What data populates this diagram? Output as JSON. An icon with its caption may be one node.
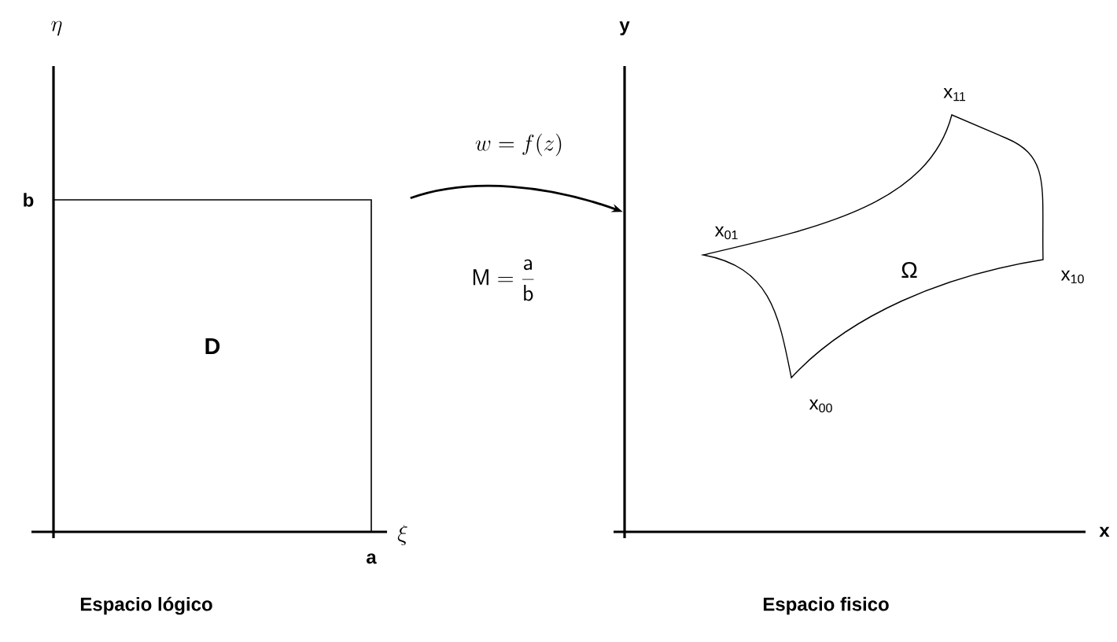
{
  "diagram": {
    "nodes": [
      {
        "text": [
          "D"
        ]
      },
      {
        "text": [
          "Ω"
        ]
      }
    ],
    "edges": [
      {
        "from": 0,
        "to": 1,
        "arrow": "to",
        "label": "w = f(z)"
      }
    ],
    "labels": [
      "\\eta",
      "y",
      "b",
      "x$_{11}$",
      "x$_{01}$",
      "x$_{10}$",
      "\\mathsf{M}=\\frac{\\mathsf{a}}{\\mathsf{b}}",
      "x$_{00}$",
      "a",
      "\\xi",
      "x",
      "Espacio lógico",
      "Espacio fisico"
    ]
  }
}
